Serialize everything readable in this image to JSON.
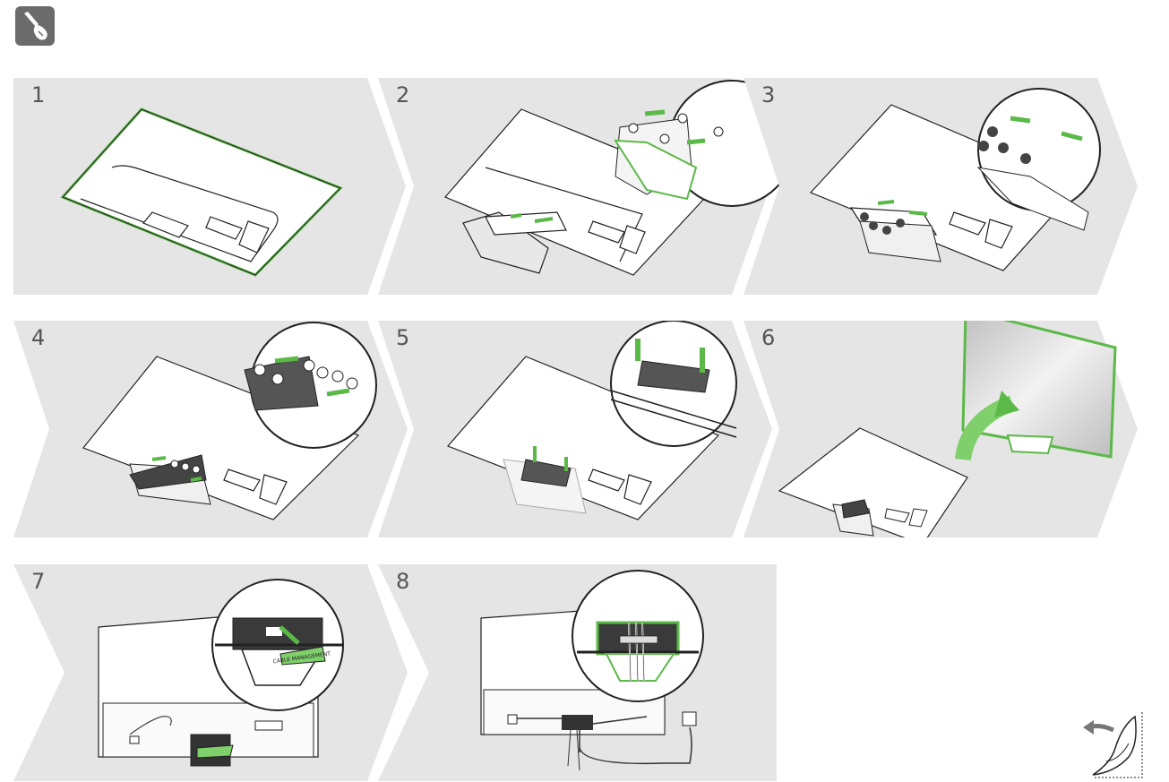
{
  "steps": [
    {
      "number": "1"
    },
    {
      "number": "2"
    },
    {
      "number": "3"
    },
    {
      "number": "4"
    },
    {
      "number": "5"
    },
    {
      "number": "6"
    },
    {
      "number": "7"
    },
    {
      "number": "8"
    }
  ],
  "labels": {
    "cable_management": "CABLE MANAGEMENT"
  },
  "colors": {
    "panel_bg": "#e5e5e5",
    "accent_green": "#5bb947",
    "line_dark": "#222222",
    "icon_bg": "#6b6b6b"
  },
  "icons": {
    "top_left": "screwdriver-icon",
    "bottom_right": "page-curl-icon"
  }
}
